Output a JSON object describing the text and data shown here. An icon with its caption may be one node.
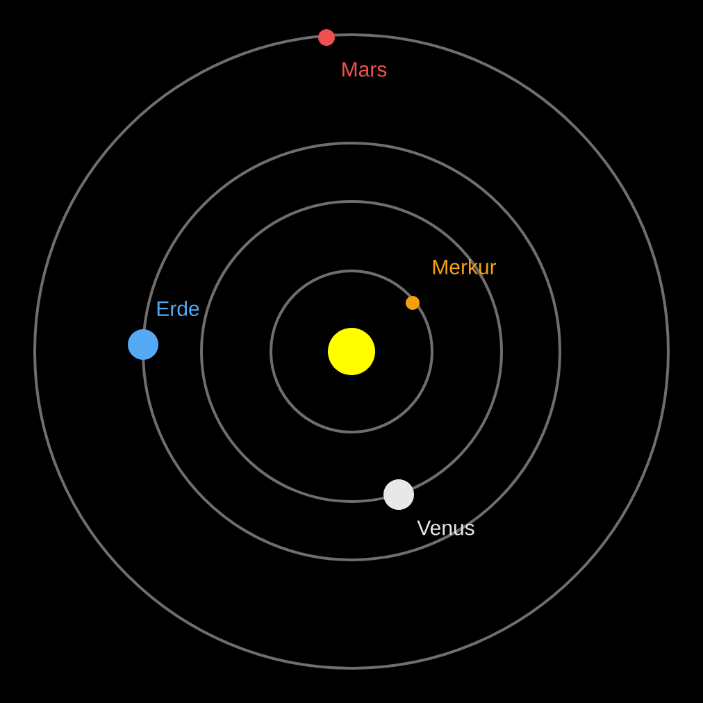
{
  "diagram": {
    "nodes": [
      {
        "text": [],
        "shape": "circle"
      },
      {
        "text": [
          "Mars"
        ]
      },
      {
        "text": [
          "Merkur"
        ]
      },
      {
        "text": [
          "Erde"
        ]
      },
      {
        "text": [
          "Venus"
        ]
      }
    ]
  }
}
